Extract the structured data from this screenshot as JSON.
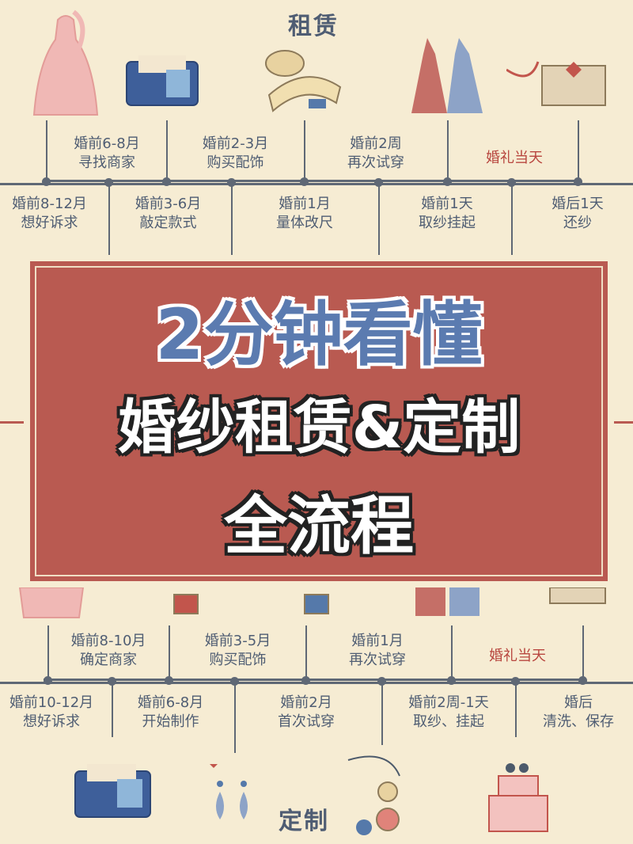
{
  "rental": {
    "title": "租赁",
    "top_row": [
      {
        "time": "婚前6-8月",
        "task": "寻找商家"
      },
      {
        "time": "婚前2-3月",
        "task": "购买配饰"
      },
      {
        "time": "婚前2周",
        "task": "再次试穿"
      },
      {
        "time": "婚礼当天",
        "task": ""
      }
    ],
    "bottom_row": [
      {
        "time": "婚前8-12月",
        "task": "想好诉求"
      },
      {
        "time": "婚前3-6月",
        "task": "敲定款式"
      },
      {
        "time": "婚前1月",
        "task": "量体改尺"
      },
      {
        "time": "婚前1天",
        "task": "取纱挂起"
      },
      {
        "time": "婚后1天",
        "task": "还纱"
      }
    ]
  },
  "headline": {
    "line1": "2分钟看懂",
    "line2": "婚纱租赁&定制",
    "line3": "全流程"
  },
  "custom": {
    "title": "定制",
    "top_row": [
      {
        "time": "婚前8-10月",
        "task": "确定商家"
      },
      {
        "time": "婚前3-5月",
        "task": "购买配饰"
      },
      {
        "time": "婚前1月",
        "task": "再次试穿"
      },
      {
        "time": "婚礼当天",
        "task": ""
      }
    ],
    "bottom_row": [
      {
        "time": "婚前10-12月",
        "task": "想好诉求"
      },
      {
        "time": "婚前6-8月",
        "task": "开始制作"
      },
      {
        "time": "婚前2月",
        "task": "首次试穿"
      },
      {
        "time": "婚前2周-1天",
        "task": "取纱、挂起"
      },
      {
        "time": "婚后",
        "task": "清洗、保存"
      }
    ]
  },
  "colors": {
    "background": "#f6ecd3",
    "banner": "#b95a51",
    "headline_blue": "#5b7bb0",
    "text": "#4f5d73",
    "accent_red": "#b8463f"
  },
  "icons": [
    "pink-dress-icon",
    "wallet-icon",
    "tape-measure-icon",
    "hanging-dresses-icon",
    "gift-box-icon",
    "earrings-icon",
    "buttons-icon",
    "cake-icon"
  ]
}
